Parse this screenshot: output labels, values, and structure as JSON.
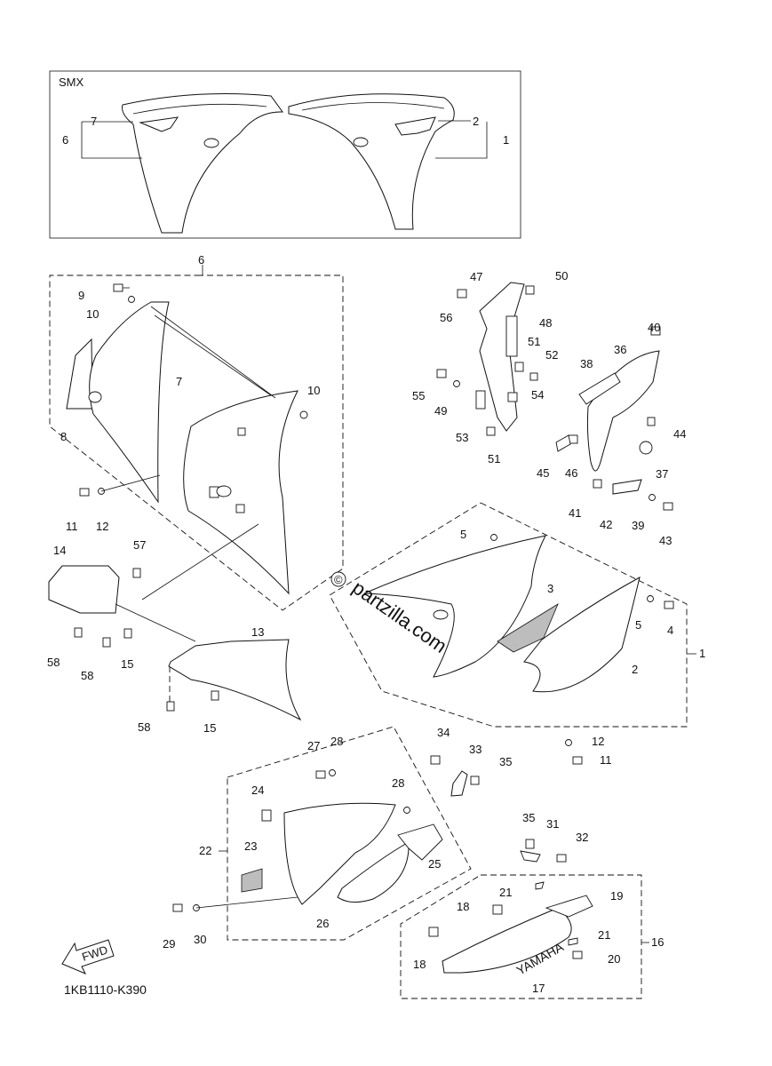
{
  "smx_label": "SMX",
  "diagram_code": "1KB1110-K390",
  "watermark": "partzilla.com",
  "copyright_symbol": "©",
  "fwd_label": "FWD",
  "decal_text": "YAMAHA",
  "callouts": {
    "c1": "1",
    "c2": "2",
    "c3": "3",
    "c4": "4",
    "c5": "5",
    "c6": "6",
    "c7": "7",
    "c8": "8",
    "c9": "9",
    "c10": "10",
    "c11": "11",
    "c12": "12",
    "c13": "13",
    "c14": "14",
    "c15": "15",
    "c16": "16",
    "c17": "17",
    "c18": "18",
    "c19": "19",
    "c20": "20",
    "c21": "21",
    "c22": "22",
    "c23": "23",
    "c24": "24",
    "c25": "25",
    "c26": "26",
    "c27": "27",
    "c28": "28",
    "c29": "29",
    "c30": "30",
    "c31": "31",
    "c32": "32",
    "c33": "33",
    "c34": "34",
    "c35": "35",
    "c36": "36",
    "c37": "37",
    "c38": "38",
    "c39": "39",
    "c40": "40",
    "c41": "41",
    "c42": "42",
    "c43": "43",
    "c44": "44",
    "c45": "45",
    "c46": "46",
    "c47": "47",
    "c48": "48",
    "c49": "49",
    "c50": "50",
    "c51": "51",
    "c52": "52",
    "c53": "53",
    "c54": "54",
    "c55": "55",
    "c56": "56",
    "c57": "57",
    "c58": "58"
  }
}
